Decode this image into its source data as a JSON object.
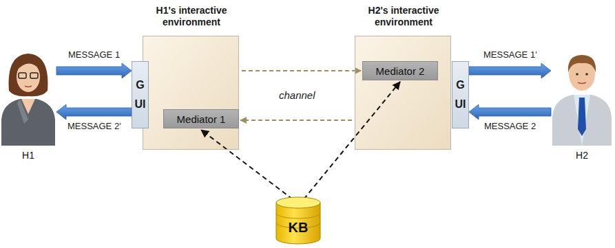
{
  "diagram": {
    "nodes": [
      {
        "text": [
          "H1"
        ]
      },
      {
        "text": [
          "H1's interactive environment"
        ]
      },
      {
        "text": [
          "GUI"
        ],
        "in": 1
      },
      {
        "text": [
          "Mediator 1"
        ],
        "in": 1
      },
      {
        "text": [
          "H2's interactive environment"
        ]
      },
      {
        "text": [
          "Mediator 2"
        ],
        "in": 4
      },
      {
        "text": [
          "GUI"
        ],
        "in": 4
      },
      {
        "text": [
          "H2"
        ]
      },
      {
        "text": [
          "KB"
        ]
      }
    ],
    "edges": [
      {
        "from": 0,
        "to": 2,
        "label": "MESSAGE 1",
        "arrow": "to"
      },
      {
        "from": 2,
        "to": 0,
        "label": "MESSAGE 2'",
        "arrow": "to"
      },
      {
        "from": 6,
        "to": 7,
        "label": "MESSAGE 1'",
        "arrow": "to"
      },
      {
        "from": 7,
        "to": 6,
        "label": "MESSAGE 2",
        "arrow": "to"
      },
      {
        "from": 1,
        "to": 5,
        "arrow": "to"
      },
      {
        "from": 4,
        "to": 3,
        "arrow": "to"
      },
      {
        "from": 8,
        "to": 3,
        "arrow": "to"
      },
      {
        "from": 8,
        "to": 5,
        "arrow": "to"
      }
    ],
    "labels": [
      "channel"
    ]
  }
}
